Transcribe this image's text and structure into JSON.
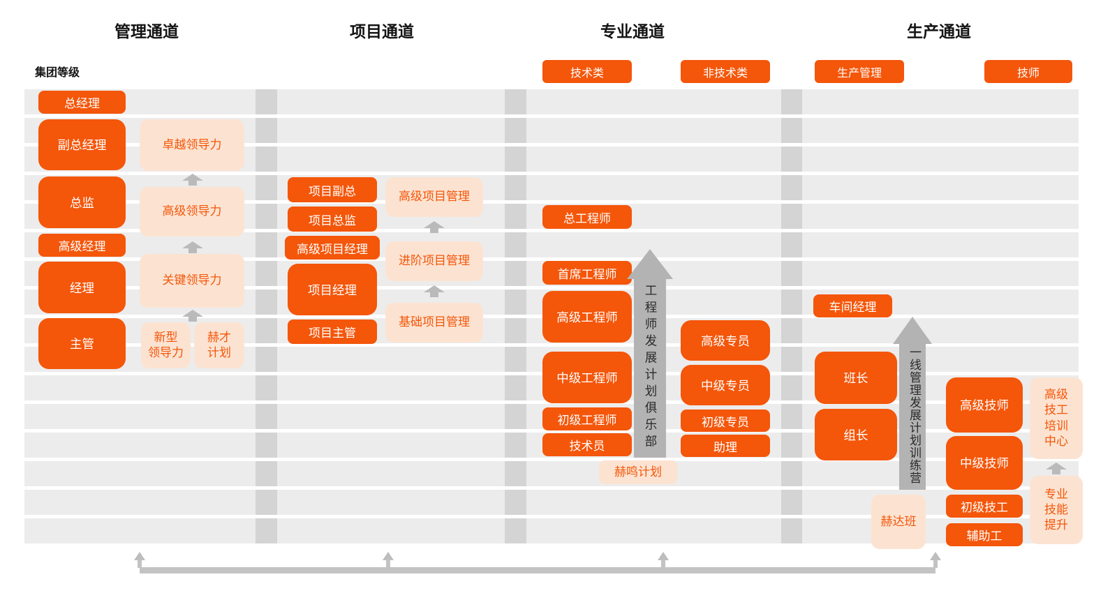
{
  "headers": {
    "management": "管理通道",
    "project": "项目通道",
    "professional": "专业通道",
    "production": "生产通道"
  },
  "group_level_label": "集团等级",
  "colors": {
    "orange": "#F4560A",
    "light_orange_bg": "#FCE3D1",
    "stripe_gray": "#ECECEC",
    "separator_gray": "#D4D4D4",
    "arrow_gray": "#B3B3B3"
  },
  "management": {
    "levels": [
      "总经理",
      "副总经理",
      "总监",
      "高级经理",
      "经理",
      "主管"
    ],
    "programs": [
      "卓越领导力",
      "高级领导力",
      "关键领导力",
      "新型\n领导力",
      "赫才\n计划"
    ]
  },
  "project": {
    "levels": [
      "项目副总",
      "项目总监",
      "高级项目经理",
      "项目经理",
      "项目主管"
    ],
    "programs": [
      "高级项目管理",
      "进阶项目管理",
      "基础项目管理"
    ]
  },
  "professional": {
    "category_chips": [
      "技术类",
      "非技术类"
    ],
    "technical_levels": [
      "总工程师",
      "首席工程师",
      "高级工程师",
      "中级工程师",
      "初级工程师",
      "技术员"
    ],
    "non_technical_levels": [
      "高级专员",
      "中级专员",
      "初级专员",
      "助理"
    ],
    "program": "赫鸣计划",
    "club_arrow_label": "工程师发展计划俱乐部"
  },
  "production": {
    "category_chips": [
      "生产管理",
      "技师"
    ],
    "management_levels": [
      "车间经理",
      "班长",
      "组长"
    ],
    "technician_levels": [
      "高级技师",
      "中级技师",
      "初级技工",
      "辅助工"
    ],
    "programs": [
      "赫达班",
      "高级\n技工\n培训\n中心",
      "专业\n技能\n提升"
    ],
    "camp_arrow_label": "一线管理发展计划训练营"
  }
}
